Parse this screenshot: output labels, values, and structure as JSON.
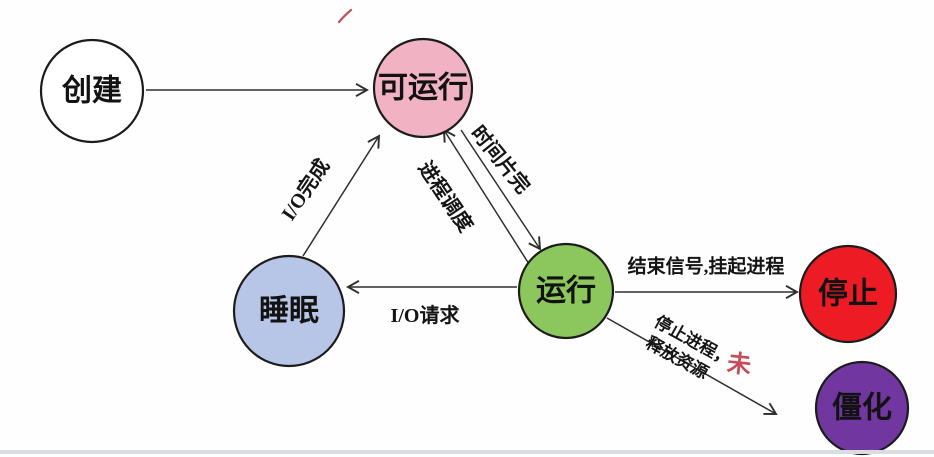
{
  "diagram": {
    "nodes": {
      "create": {
        "label": "创建",
        "fill": "#ffffff"
      },
      "runnable": {
        "label": "可运行",
        "fill": "#f1b2c3"
      },
      "sleep": {
        "label": "睡眠",
        "fill": "#b7c6e7"
      },
      "running": {
        "label": "运行",
        "fill": "#8cc75e"
      },
      "stopped": {
        "label": "停止",
        "fill": "#ed1c24"
      },
      "zombie": {
        "label": "僵化",
        "fill": "#7136a0"
      }
    },
    "edge_labels": {
      "io_complete": "I/O完成",
      "schedule": "进程调度",
      "time_slice": "时间片完",
      "io_request": "I/O请求",
      "end_signal": "结束信号,挂起进程",
      "stop_release_line1": "停止进程，",
      "stop_release_line2": "释放资源"
    },
    "annotation": {
      "not_done_mark": "未",
      "color": "#c94a59"
    },
    "pen_mark_color": "#b85a63"
  }
}
